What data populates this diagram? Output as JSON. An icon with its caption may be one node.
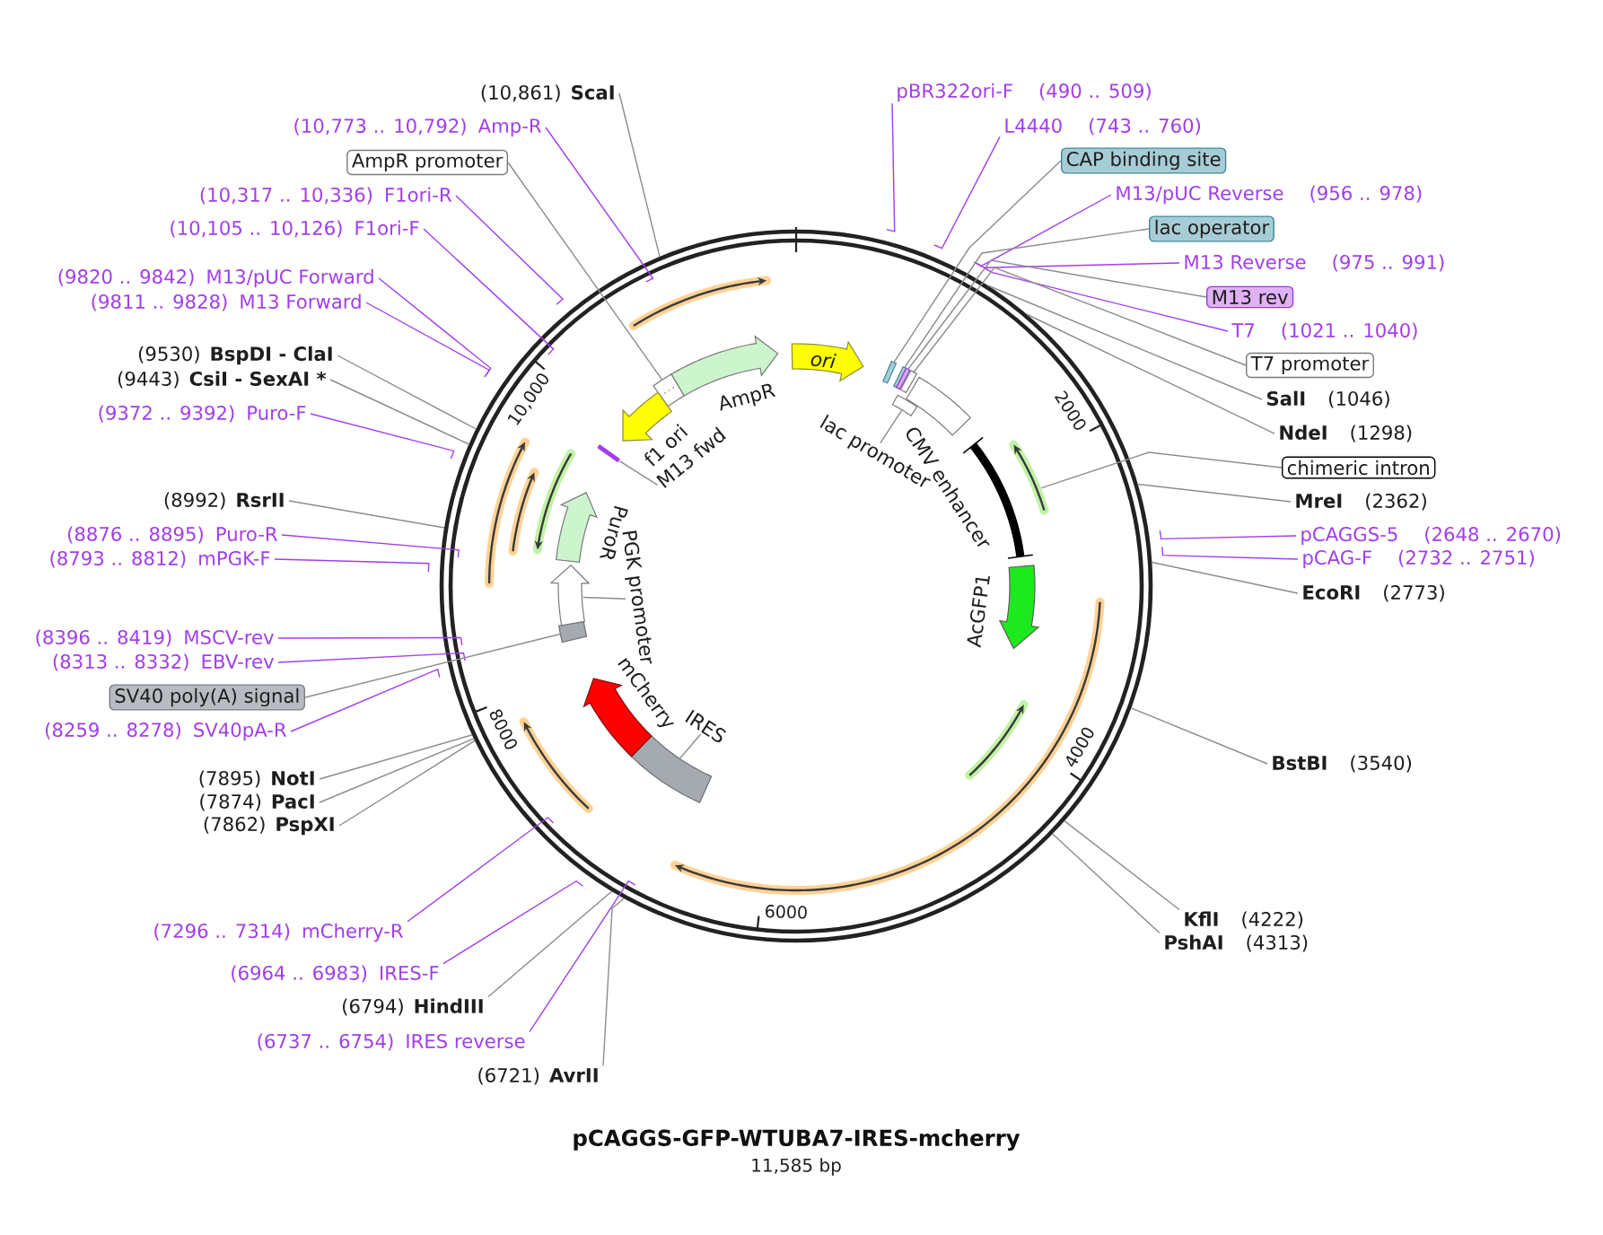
{
  "diagram": {
    "title": "pCAGGS-GFP-WTUBA7-IRES-mcherry",
    "caption": "11,585 bp",
    "nodes": [
      {
        "text": [
          "(10,861)",
          "ScaI"
        ]
      },
      {
        "text": [
          "(10,773 .. 10,792)",
          "Amp-R"
        ]
      },
      {
        "text": [
          "AmpR promoter"
        ]
      },
      {
        "text": [
          "(10,317 .. 10,336)",
          "F1ori-R"
        ]
      },
      {
        "text": [
          "(10,105 .. 10,126)",
          "F1ori-F"
        ]
      },
      {
        "text": [
          "(9820 .. 9842)",
          "M13/pUC Forward"
        ]
      },
      {
        "text": [
          "(9811 .. 9828)",
          "M13 Forward"
        ]
      },
      {
        "text": [
          "(9530)",
          "BspDI - ClaI"
        ]
      },
      {
        "text": [
          "(9443)",
          "CsiI - SexAI *"
        ]
      },
      {
        "text": [
          "(9372 .. 9392)",
          "Puro-F"
        ]
      },
      {
        "text": [
          "(8992)",
          "RsrII"
        ]
      },
      {
        "text": [
          "(8876 .. 8895)",
          "Puro-R"
        ]
      },
      {
        "text": [
          "(8793 .. 8812)",
          "mPGK-F"
        ]
      },
      {
        "text": [
          "(8396 .. 8419)",
          "MSCV-rev"
        ]
      },
      {
        "text": [
          "(8313 .. 8332)",
          "EBV-rev"
        ]
      },
      {
        "text": [
          "SV40 poly(A) signal"
        ]
      },
      {
        "text": [
          "(8259 .. 8278)",
          "SV40pA-R"
        ]
      },
      {
        "text": [
          "(7895)",
          "NotI"
        ]
      },
      {
        "text": [
          "(7874)",
          "PacI"
        ]
      },
      {
        "text": [
          "(7862)",
          "PspXI"
        ]
      },
      {
        "text": [
          "(7296 .. 7314)",
          "mCherry-R"
        ]
      },
      {
        "text": [
          "(6964 .. 6983)",
          "IRES-F"
        ]
      },
      {
        "text": [
          "(6794)",
          "HindIII"
        ]
      },
      {
        "text": [
          "(6737 .. 6754)",
          "IRES reverse"
        ]
      },
      {
        "text": [
          "(6721)",
          "AvrII"
        ]
      },
      {
        "text": [
          "pBR322ori-F",
          "(490 .. 509)"
        ]
      },
      {
        "text": [
          "L4440",
          "(743 .. 760)"
        ]
      },
      {
        "text": [
          "CAP binding site"
        ]
      },
      {
        "text": [
          "M13/pUC Reverse",
          "(956 .. 978)"
        ]
      },
      {
        "text": [
          "lac operator"
        ]
      },
      {
        "text": [
          "M13 Reverse",
          "(975 .. 991)"
        ]
      },
      {
        "text": [
          "M13 rev"
        ]
      },
      {
        "text": [
          "T7",
          "(1021 .. 1040)"
        ]
      },
      {
        "text": [
          "T7 promoter"
        ]
      },
      {
        "text": [
          "SalI",
          "(1046)"
        ]
      },
      {
        "text": [
          "NdeI",
          "(1298)"
        ]
      },
      {
        "text": [
          "chimeric intron"
        ]
      },
      {
        "text": [
          "MreI",
          "(2362)"
        ]
      },
      {
        "text": [
          "pCAGGS-5",
          "(2648 .. 2670)"
        ]
      },
      {
        "text": [
          "pCAG-F",
          "(2732 .. 2751)"
        ]
      },
      {
        "text": [
          "EcoRI",
          "(2773)"
        ]
      },
      {
        "text": [
          "BstBI",
          "(3540)"
        ]
      },
      {
        "text": [
          "KflI",
          "(4222)"
        ]
      },
      {
        "text": [
          "PshAI",
          "(4313)"
        ]
      },
      {
        "text": [
          "AmpR"
        ]
      },
      {
        "text": [
          "ori"
        ]
      },
      {
        "text": [],
        "shape": "box"
      },
      {
        "text": [
          "f1 ori"
        ]
      },
      {
        "text": [
          "M13 fwd"
        ]
      },
      {
        "text": [],
        "shape": "bar"
      },
      {
        "text": [
          "lac promoter"
        ]
      },
      {
        "text": [],
        "shape": "box"
      },
      {
        "text": [],
        "shape": "box"
      },
      {
        "text": [],
        "shape": "box"
      },
      {
        "text": [],
        "shape": "box"
      },
      {
        "text": [],
        "shape": "box"
      },
      {
        "text": [
          "CMV enhancer"
        ]
      },
      {
        "text": [],
        "shape": "bar"
      },
      {
        "text": [
          "AcGFP1"
        ]
      },
      {
        "text": [
          "IRES"
        ]
      },
      {
        "text": [],
        "shape": "box"
      },
      {
        "text": [
          "mCherry"
        ]
      },
      {
        "text": [],
        "shape": "box"
      },
      {
        "text": [
          "PGK promoter"
        ]
      },
      {
        "text": [],
        "shape": "arrow"
      },
      {
        "text": [
          "PuroR"
        ]
      }
    ],
    "edges": [
      {
        "from": 0,
        "to": null,
        "arrow": "none"
      },
      {
        "from": 1,
        "to": null,
        "arrow": "none",
        "color": "#a23eea"
      },
      {
        "from": 2,
        "to": 46,
        "arrow": "none"
      },
      {
        "from": 3,
        "to": null,
        "arrow": "none",
        "color": "#a23eea"
      },
      {
        "from": 4,
        "to": null,
        "arrow": "none",
        "color": "#a23eea"
      },
      {
        "from": 5,
        "to": null,
        "arrow": "none",
        "color": "#a23eea"
      },
      {
        "from": 6,
        "to": null,
        "arrow": "none",
        "color": "#a23eea"
      },
      {
        "from": 7,
        "to": null,
        "arrow": "none"
      },
      {
        "from": 8,
        "to": null,
        "arrow": "none"
      },
      {
        "from": 9,
        "to": null,
        "arrow": "none",
        "color": "#a23eea"
      },
      {
        "from": 10,
        "to": null,
        "arrow": "none"
      },
      {
        "from": 11,
        "to": null,
        "arrow": "none",
        "color": "#a23eea"
      },
      {
        "from": 12,
        "to": null,
        "arrow": "none",
        "color": "#a23eea"
      },
      {
        "from": 13,
        "to": null,
        "arrow": "none",
        "color": "#a23eea"
      },
      {
        "from": 14,
        "to": null,
        "arrow": "none",
        "color": "#a23eea"
      },
      {
        "from": 15,
        "to": 62,
        "arrow": "none"
      },
      {
        "from": 16,
        "to": null,
        "arrow": "none",
        "color": "#a23eea"
      },
      {
        "from": 17,
        "to": null,
        "arrow": "none"
      },
      {
        "from": 18,
        "to": null,
        "arrow": "none"
      },
      {
        "from": 19,
        "to": null,
        "arrow": "none"
      },
      {
        "from": 20,
        "to": null,
        "arrow": "none",
        "color": "#a23eea"
      },
      {
        "from": 21,
        "to": null,
        "arrow": "none",
        "color": "#a23eea"
      },
      {
        "from": 22,
        "to": null,
        "arrow": "none"
      },
      {
        "from": 23,
        "to": null,
        "arrow": "none",
        "color": "#a23eea"
      },
      {
        "from": 24,
        "to": null,
        "arrow": "none"
      },
      {
        "from": 25,
        "to": null,
        "arrow": "none",
        "color": "#a23eea"
      },
      {
        "from": 26,
        "to": null,
        "arrow": "none",
        "color": "#a23eea"
      },
      {
        "from": 27,
        "to": 52,
        "arrow": "none"
      },
      {
        "from": 28,
        "to": null,
        "arrow": "none",
        "color": "#a23eea"
      },
      {
        "from": 29,
        "to": 53,
        "arrow": "none"
      },
      {
        "from": 30,
        "to": null,
        "arrow": "none",
        "color": "#a23eea"
      },
      {
        "from": 31,
        "to": 54,
        "arrow": "none"
      },
      {
        "from": 32,
        "to": null,
        "arrow": "none",
        "color": "#a23eea"
      },
      {
        "from": 33,
        "to": 55,
        "arrow": "none"
      },
      {
        "from": 34,
        "to": null,
        "arrow": "none"
      },
      {
        "from": 35,
        "to": null,
        "arrow": "none"
      },
      {
        "from": 36,
        "to": 57,
        "arrow": "none"
      },
      {
        "from": 37,
        "to": null,
        "arrow": "none"
      },
      {
        "from": 38,
        "to": null,
        "arrow": "none",
        "color": "#a23eea"
      },
      {
        "from": 39,
        "to": null,
        "arrow": "none",
        "color": "#a23eea"
      },
      {
        "from": 40,
        "to": null,
        "arrow": "none"
      },
      {
        "from": 41,
        "to": null,
        "arrow": "none"
      },
      {
        "from": 42,
        "to": null,
        "arrow": "none"
      },
      {
        "from": 43,
        "to": null,
        "arrow": "none"
      },
      {
        "from": 48,
        "to": 49,
        "arrow": "none"
      },
      {
        "from": 50,
        "to": 51,
        "arrow": "none"
      },
      {
        "from": 59,
        "to": 60,
        "arrow": "none"
      },
      {
        "from": 63,
        "to": 64,
        "arrow": "none"
      }
    ],
    "labels": [
      "10,000",
      "2000",
      "8000",
      "4000",
      "6000"
    ]
  }
}
